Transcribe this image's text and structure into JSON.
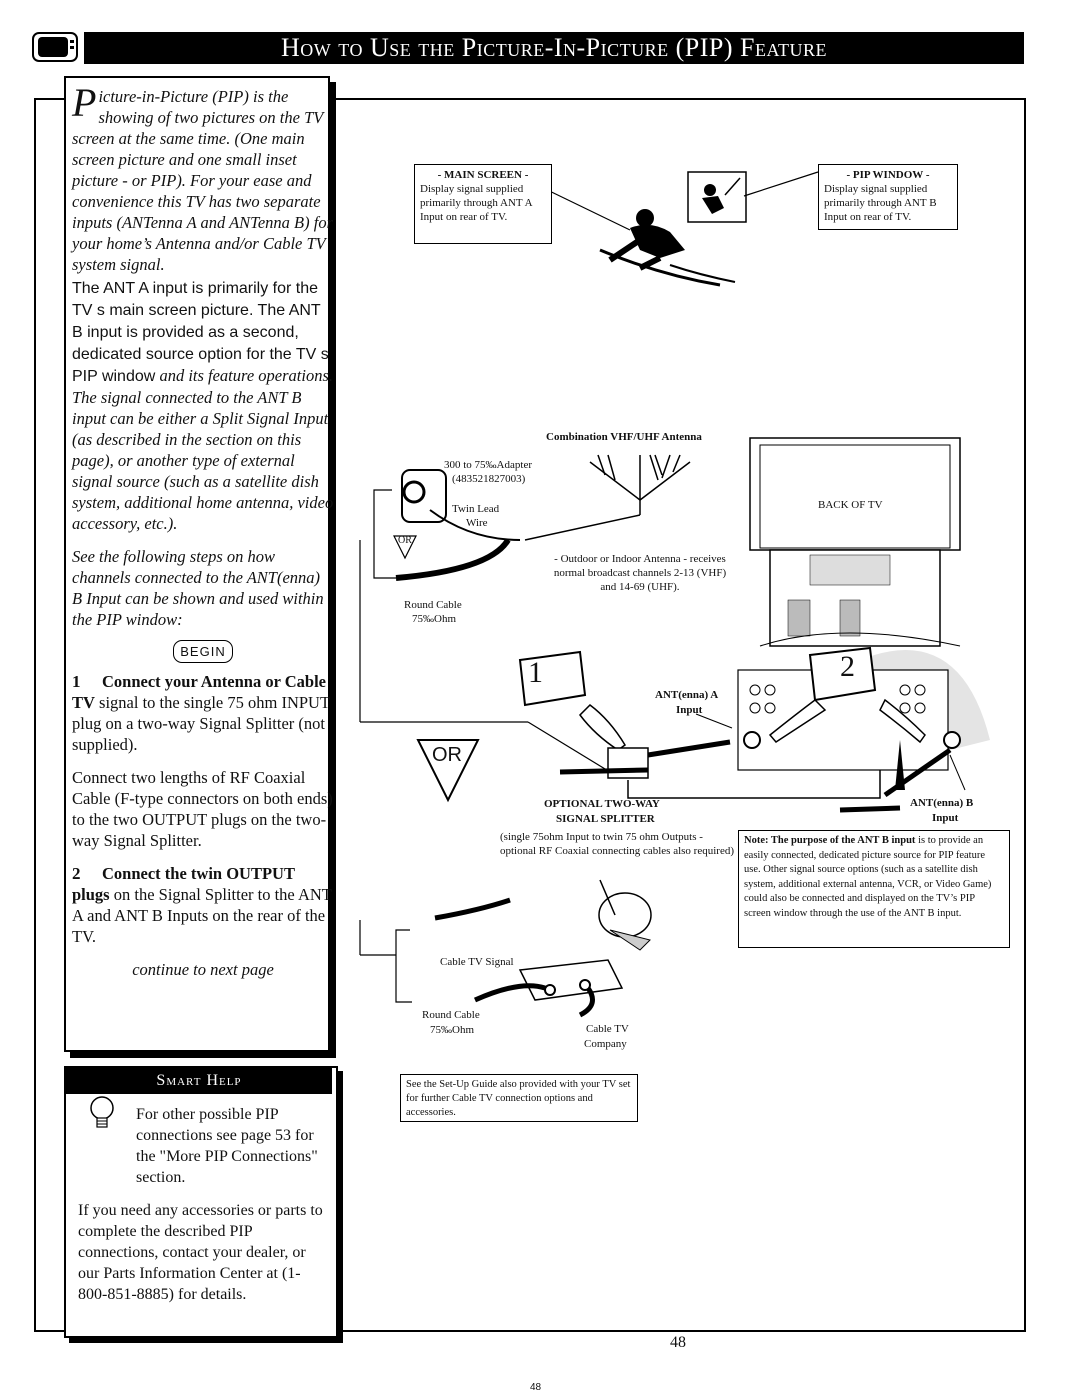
{
  "header": {
    "title": "How to Use the Picture-In-Picture (PIP) Feature"
  },
  "intro": {
    "dropcap": "P",
    "italic_part1": "icture-in-Picture (PIP) is the showing of two pictures on the TV screen at the same time. (One main screen picture and one small inset picture - or PIP). For your ease and convenience this TV has two separate inputs (ANTenna A and ANTenna B) for your home’s Antenna and/or Cable TV system signal.",
    "sans_part": "The ANT A input is primarily for the TV s main screen picture. The ANT B input is provided as a second, dedicated source option for the TV s PIP window",
    "italic_part2": "and its feature operations. The signal connected to the ANT B input can be either a Split Signal Input (as described in the section on this page), or another type of external signal source (such as a satellite dish system, additional home antenna, video accessory, etc.).",
    "see_following": "See the following steps on how channels connected to the ANT(enna) B Input can be shown and used within the PIP window:",
    "begin_label": "BEGIN"
  },
  "steps": [
    {
      "number": "1",
      "title": "Connect your Antenna or Cable TV",
      "body": "signal to the single 75 ohm INPUT plug on a two-way Signal Splitter (not supplied).",
      "extra": "Connect two lengths of RF Coaxial Cable (F-type connectors on both ends) to the two OUTPUT plugs on the two-way Signal Splitter."
    },
    {
      "number": "2",
      "title": "Connect the twin OUTPUT plugs",
      "body": "on the Signal Splitter to the ANT A and ANT B Inputs on the rear of the TV."
    }
  ],
  "continue_text": "continue to next page",
  "smart_help": {
    "heading": "Smart Help",
    "para1": "For other possible PIP connections see page 53 for the \"More PIP Connections\" section.",
    "para2": "If you need any accessories or parts to complete the described PIP connections, contact your dealer, or our Parts Information Center at (1-800-851-8885) for details."
  },
  "diagram": {
    "main_screen_title": "- MAIN SCREEN -",
    "main_screen_text": "Display signal supplied primarily through ANT A Input on rear of TV.",
    "pip_window_title": "- PIP WINDOW -",
    "pip_window_text": "Display signal supplied primarily through ANT B Input on rear of TV.",
    "antenna_label": "Combination VHF/UHF Antenna",
    "adapter_label": "300 to 75‰Adapter",
    "adapter_part": "(483521827003)",
    "twin_lead": "Twin Lead",
    "wire": "Wire",
    "or_small": "OR",
    "outdoor_antenna": "- Outdoor or Indoor Antenna - receives normal broadcast channels 2-13 (VHF) and 14-69 (UHF).",
    "round_cable_1": "Round Cable",
    "ohm_1": "75‰Ohm",
    "back_of_tv": "BACK OF TV",
    "step1_big": "1",
    "step2_big": "2",
    "ant_a_label": "ANT(enna) A",
    "ant_a_input": "Input",
    "or_big": "OR",
    "splitter_label_1": "OPTIONAL TWO-WAY",
    "splitter_label_2": "SIGNAL SPLITTER",
    "splitter_desc": "(single 75ohm Input to twin 75 ohm Outputs - optional RF Coaxial connecting cables also required)",
    "ant_b_label": "ANT(enna) B",
    "ant_b_input": "Input",
    "note_bold": "Note: The purpose of the ANT B input",
    "note_text": "is to provide an easily connected, dedicated picture source for PIP feature use. Other signal source options (such as a satellite dish system, additional external antenna, VCR, or Video Game) could also be connected and displayed on the TV’s PIP screen window through the use of the ANT B input.",
    "cable_tv_signal": "Cable TV Signal",
    "round_cable_2": "Round Cable",
    "ohm_2": "75‰Ohm",
    "cable_tv": "Cable TV",
    "company": "Company",
    "setup_guide": "See the Set-Up Guide also provided with your TV set for further Cable TV connection options and accessories."
  },
  "footer": {
    "page_number": "48",
    "page_number_small": "48"
  }
}
